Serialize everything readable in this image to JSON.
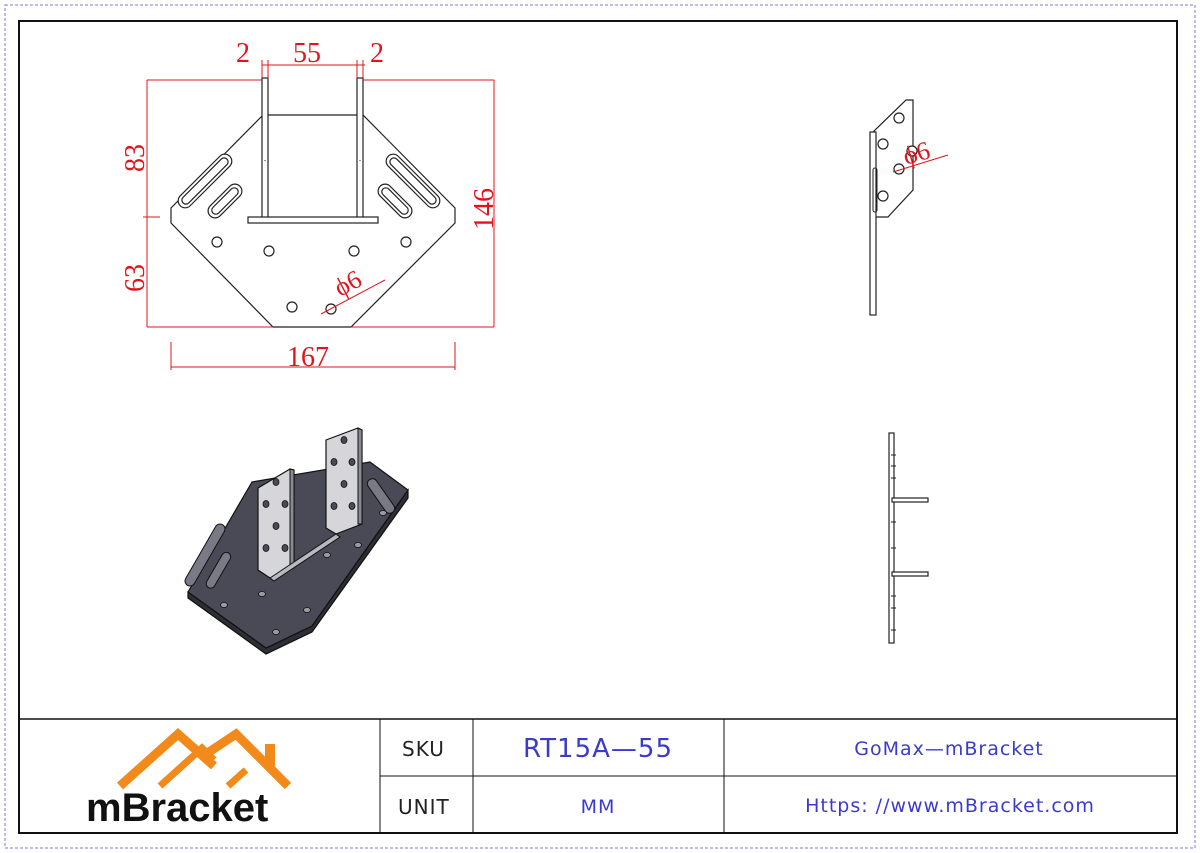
{
  "drawing": {
    "dimensions": {
      "flange_thickness_left": "2",
      "inner_width": "55",
      "flange_thickness_right": "2",
      "upper_height": "83",
      "lower_height": "63",
      "total_height": "146",
      "total_width": "167",
      "hole_diameter_front": "ϕ6",
      "hole_diameter_side": "ϕ6"
    }
  },
  "title_block": {
    "logo_text": "mBracket",
    "sku_label": "SKU",
    "sku_value": "RT15A—55",
    "unit_label": "UNIT",
    "unit_value": "MM",
    "company": "GoMax—mBracket",
    "website": "Https: //www.mBracket.com"
  },
  "colors": {
    "dimension": "#e0141c",
    "logo_orange": "#f28a1b",
    "title_blue": "#3a3ad0",
    "border_blue": "#7a7ae0"
  }
}
